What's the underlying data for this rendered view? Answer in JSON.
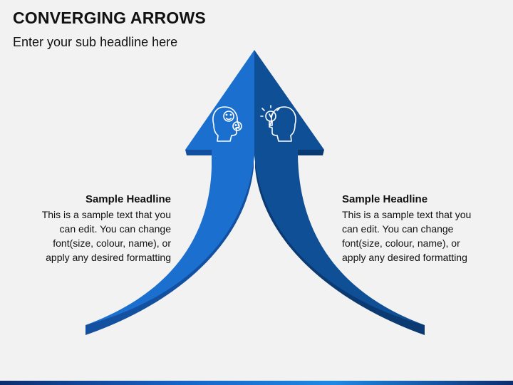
{
  "slide": {
    "title": "CONVERGING ARROWS",
    "subtitle": "Enter your sub headline here"
  },
  "left_block": {
    "headline": "Sample Headline",
    "body": "This is a sample text that you can edit. You can change font(size, colour, name), or apply any desired formatting"
  },
  "right_block": {
    "headline": "Sample Headline",
    "body": "This is a sample text that you can edit. You can change font(size, colour, name), or apply any desired formatting"
  },
  "icons": {
    "left": "head-emotions-icon",
    "right": "head-lightbulb-icon"
  },
  "colors": {
    "left_arrow": "#1a6fcf",
    "left_arrow_shade": "#1450a0",
    "right_arrow": "#0f4f96",
    "right_arrow_shade": "#0b3a72",
    "icon_stroke": "#ffffff"
  }
}
